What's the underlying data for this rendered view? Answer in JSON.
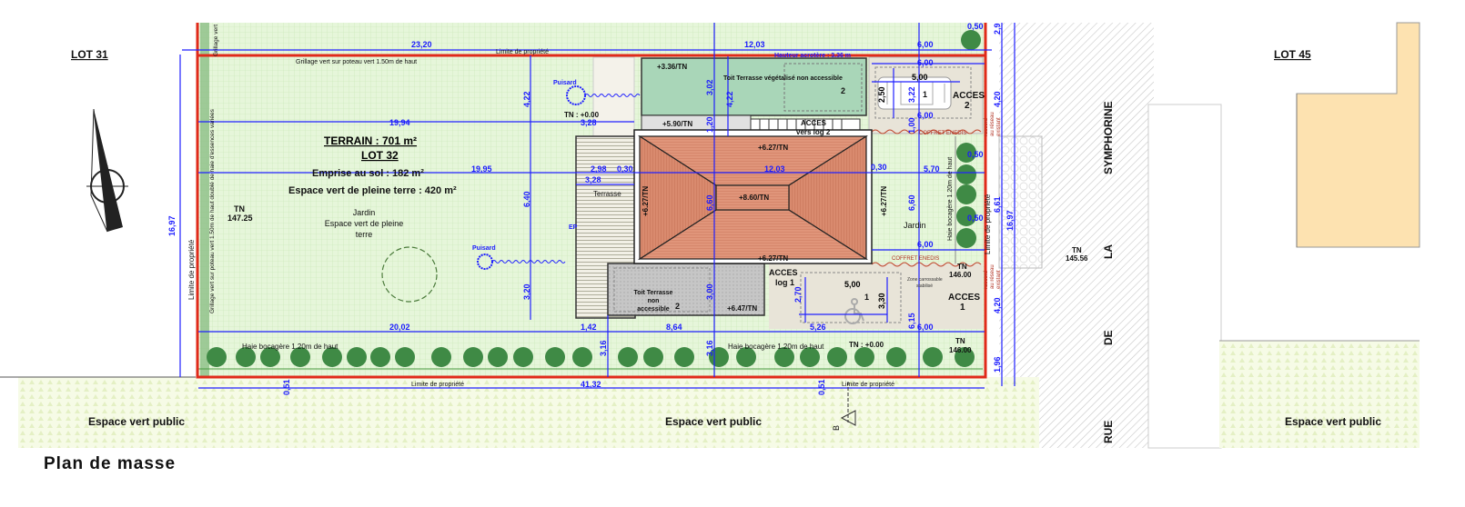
{
  "title": "Plan de masse",
  "lots": {
    "left": "LOT 31",
    "right": "LOT 45"
  },
  "summary": {
    "terrain": "TERRAIN : 701 m²",
    "lot": "LOT 32",
    "emprise": "Emprise au sol : 182 m²",
    "espace_vert": "Espace vert de pleine terre : 420 m²"
  },
  "street": [
    "RUE",
    "DE",
    "LA",
    "SYMPHORINE"
  ],
  "public_green": "Espace vert public",
  "labels": {
    "tn_left": [
      "TN",
      "147.25"
    ],
    "jardin": [
      "Jardin",
      "Espace vert de pleine",
      "terre"
    ],
    "jardin_right": "Jardin",
    "puisard": "Puisard",
    "tn_zero": "TN : +0.00",
    "ep": "EP",
    "terrasse": "Terrasse",
    "roof_green_level": "+3.36/TN",
    "roof_green": "Toit Terrasse végétalisé non accessible",
    "two": "2",
    "one": "1",
    "level_590": "+5.90/TN",
    "acces_log2": [
      "ACCES",
      "vers log 2"
    ],
    "level_627": "+6.27/TN",
    "level_860": "+8.60/TN",
    "roof_terrace": [
      "Toit Terrasse",
      "non",
      "accessible"
    ],
    "level_647": "+6.47/TN",
    "acces_log1": [
      "ACCES",
      "log 1"
    ],
    "acces2": [
      "ACCES",
      "2"
    ],
    "acces1": [
      "ACCES",
      "1"
    ],
    "tn_146": [
      "TN",
      "146.00"
    ],
    "tn_14556": [
      "TN",
      "145.56"
    ],
    "haie": "Haie bocagère 1.20m de haut",
    "grillage": "Grillage vert sur poteau vert 1.50m de haut",
    "grillage_haie": "Grillage vert sur poteau vert 1.50m de haut doublé de haie d'essences variées",
    "grillage_short": "Grillage vert",
    "limite": "Limite de propriété",
    "acrotere": "Hauteur  acrotère : 3.36 m",
    "zone": [
      "Zone carrossable",
      "stabilisé"
    ],
    "raccord": [
      "raccord",
      "au réseau",
      "existant"
    ],
    "coffret": "COFFRET ENEDIS",
    "section": "B"
  },
  "dims": {
    "h": [
      "23,20",
      "12,03",
      "6,00",
      "0,50",
      "6,00",
      "5,00",
      "19,94",
      "3,28",
      "2,98",
      "0,30",
      "19,95",
      "12,03",
      "0,30",
      "5,70",
      "3,28",
      "0,50",
      "0,50",
      "6,00",
      "20,02",
      "1,42",
      "8,64",
      "5,26",
      "6,00",
      "5,00",
      "41,32",
      "6,00"
    ],
    "v": [
      "16,97",
      "4,22",
      "6,40",
      "3,20",
      "3,02",
      "4,22",
      "1,20",
      "6,60",
      "3,00",
      "3,16",
      "3,16",
      "2,50",
      "3,22",
      "1,00",
      "6,60",
      "6,15",
      "2,70",
      "3,30",
      "4,20",
      "6,61",
      "16,97",
      "4,20",
      "1,96",
      "0,51",
      "0,51",
      "2,9"
    ]
  },
  "colors": {
    "boundary": "#e02a1a",
    "dimension": "#2020ff",
    "lawn": "#e4f5d8",
    "roof": "#d98a6e",
    "green_roof": "#a9d6b8",
    "tree": "#3f8a45",
    "lot45": "#fde2b0"
  }
}
